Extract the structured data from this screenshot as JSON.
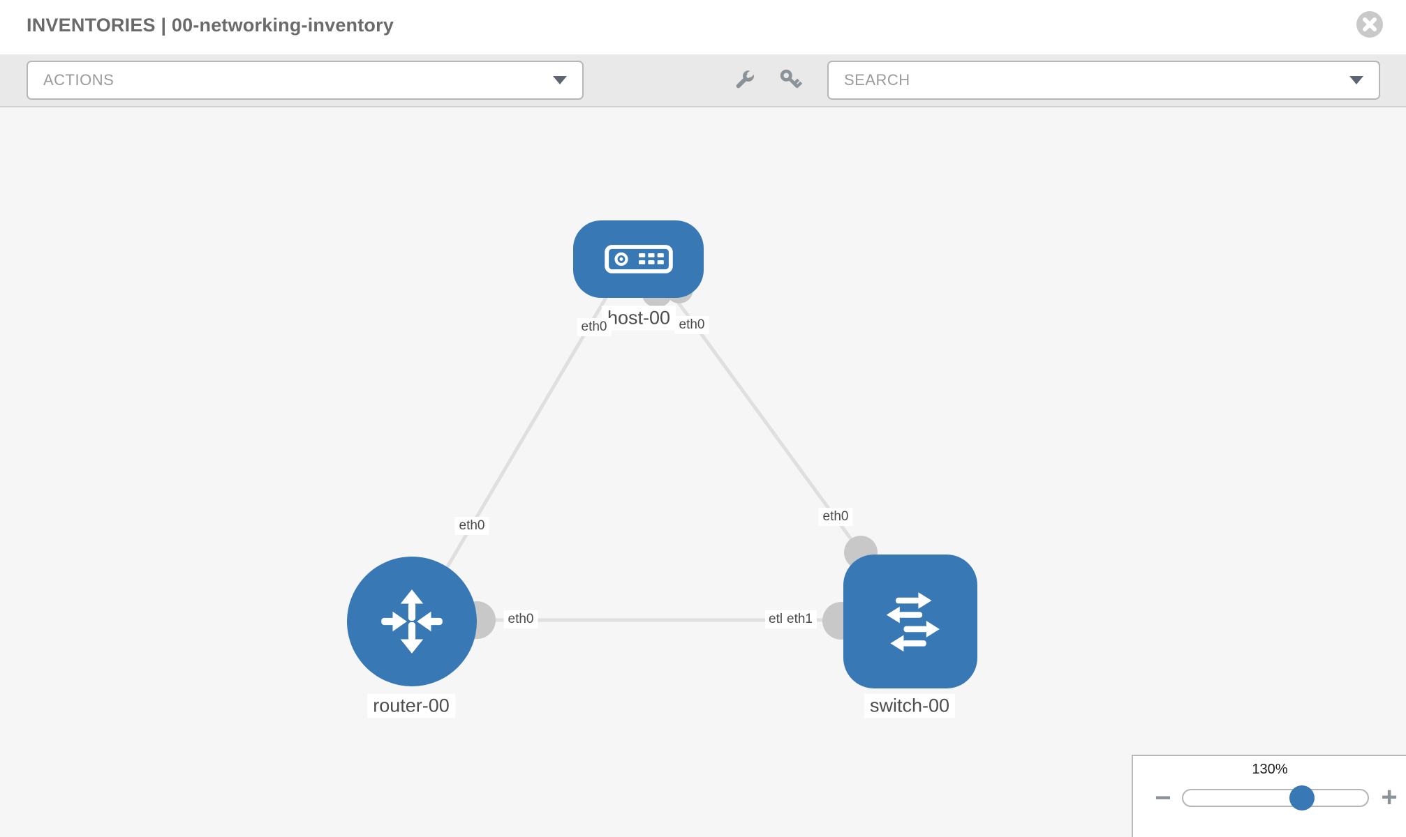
{
  "header": {
    "title": "INVENTORIES | 00-networking-inventory"
  },
  "toolbar": {
    "actions_dropdown": {
      "label": "ACTIONS"
    },
    "search_dropdown": {
      "label": "SEARCH"
    },
    "tool_icons": [
      "wrench-icon",
      "key-icon"
    ]
  },
  "canvas": {
    "nodes": [
      {
        "id": "host-00",
        "type": "host",
        "label": "host-00"
      },
      {
        "id": "router-00",
        "type": "router",
        "label": "router-00"
      },
      {
        "id": "switch-00",
        "type": "switch",
        "label": "switch-00"
      }
    ],
    "links": [
      {
        "from": "host-00",
        "to": "router-00"
      },
      {
        "from": "host-00",
        "to": "switch-00"
      },
      {
        "from": "router-00",
        "to": "switch-00"
      }
    ],
    "interface_labels": [
      {
        "text": "eth0",
        "end": "host-00 side of link to router-00"
      },
      {
        "text": "eth0",
        "end": "host-00 side of link to switch-00"
      },
      {
        "text": "eth0",
        "end": "router-00 side of link to host-00"
      },
      {
        "text": "eth0",
        "end": "switch-00 side of link to host-00"
      },
      {
        "text": "eth0",
        "end": "router-00 side of link to switch-00"
      },
      {
        "text": "etl",
        "end": "partially covered label near switch-00"
      },
      {
        "text": "eth1",
        "end": "switch-00 side of link to router-00"
      }
    ]
  },
  "zoom_control": {
    "level": "130%",
    "minus": "−",
    "plus": "+"
  },
  "colors": {
    "node_blue": "#3878b5",
    "link_gray": "#dfdfdf",
    "dot_gray": "#c8c8c8",
    "icon_gray": "#8b9298",
    "toolbar_gray": "#e9e9e9",
    "canvas_gray": "#f6f6f6"
  }
}
